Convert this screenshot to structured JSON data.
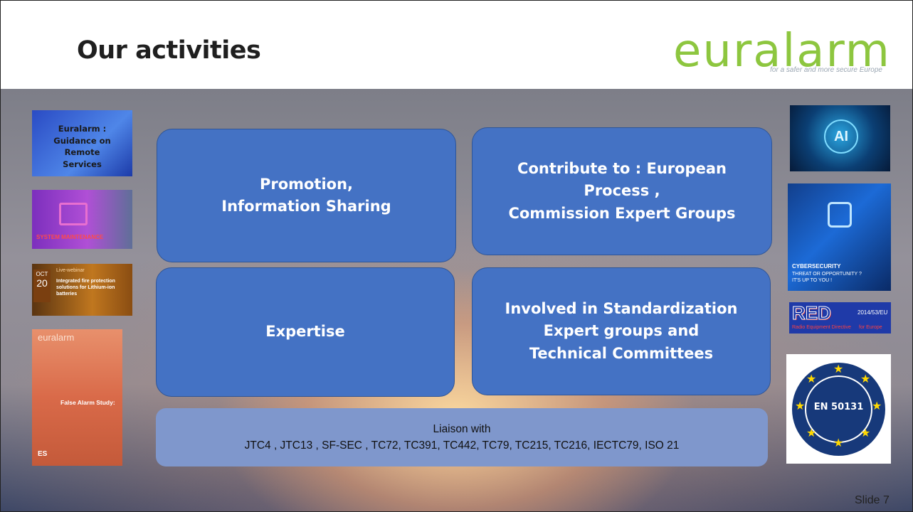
{
  "slide": {
    "title": "Our activities",
    "slide_number": "Slide 7"
  },
  "logo": {
    "word": "euralarm",
    "tagline": "for a safer and more secure Europe"
  },
  "boxes": {
    "promotion": "Promotion,\nInformation Sharing",
    "contribute": "Contribute to : European\nProcess ,\nCommission Expert Groups",
    "expertise": "Expertise",
    "standardization": "Involved in  Standardization\nExpert groups and\nTechnical Committees"
  },
  "liaison": {
    "line1": "Liaison with",
    "line2": "JTC4 , JTC13 , SF-SEC , TC72, TC391, TC442, TC79, TC215, TC216, IECTC79, ISO 21"
  },
  "left_thumbs": {
    "guidance": "Euralarm :\nGuidance on\nRemote\nServices",
    "maintenance": "SYSTEM MAINTENANCE",
    "webinar_month": "OCT",
    "webinar_day": "20",
    "webinar_tag": "Live-webinar",
    "webinar_title": "Integrated fire protection\nsolutions for Lithium-ion batteries",
    "study_logo": "euralarm",
    "study_title": "False Alarm Study:",
    "publisher": "ES"
  },
  "right_thumbs": {
    "ai": "AI",
    "cyber_title": "CYBERSECURITY",
    "cyber_sub": "THREAT OR OPPORTUNITY ?\nIT'S UP TO YOU !",
    "red": "RED",
    "red_directive": "2014/53/EU",
    "red_sub": "Radio Equipment Directive",
    "red_europe": "for Europe",
    "en": "EN 50131"
  },
  "colors": {
    "box_blue": "#4472c4",
    "liaison_blue": "#7f97cc",
    "logo_green": "#8dc63f"
  }
}
